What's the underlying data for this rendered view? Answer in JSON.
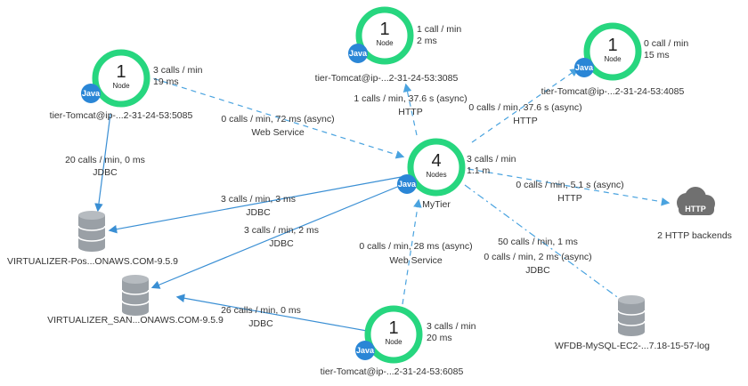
{
  "colors": {
    "ring": "#27d67f",
    "async_edge": "#4aa3df",
    "sync_edge": "#3a8fd4",
    "java_badge": "#2a86d6",
    "db": "#9aa0a6",
    "cloud": "#707070",
    "text": "#333333"
  },
  "nodes": [
    {
      "id": "n5085",
      "count": "1",
      "unit": "Node",
      "badge": "Java",
      "name": "tier-Tomcat@ip-...2-31-24-53:5085",
      "m1": "3 calls / min",
      "m2": "19 ms"
    },
    {
      "id": "n3085",
      "count": "1",
      "unit": "Node",
      "badge": "Java",
      "name": "tier-Tomcat@ip-...2-31-24-53:3085",
      "m1": "1 call / min",
      "m2": "2 ms"
    },
    {
      "id": "n4085",
      "count": "1",
      "unit": "Node",
      "badge": "Java",
      "name": "tier-Tomcat@ip-...2-31-24-53:4085",
      "m1": "0 call / min",
      "m2": "15 ms"
    },
    {
      "id": "mytier",
      "count": "4",
      "unit": "Nodes",
      "badge": "Java",
      "name": "MyTier",
      "m1": "3 calls / min",
      "m2": "1.1 m"
    },
    {
      "id": "n6085",
      "count": "1",
      "unit": "Node",
      "badge": "Java",
      "name": "tier-Tomcat@ip-...2-31-24-53:6085",
      "m1": "3 calls / min",
      "m2": "20 ms"
    }
  ],
  "databases": [
    {
      "id": "db1",
      "name": "VIRTUALIZER-Pos...ONAWS.COM-9.5.9"
    },
    {
      "id": "db2",
      "name": "VIRTUALIZER_SAN...ONAWS.COM-9.5.9"
    },
    {
      "id": "db3",
      "name": "WFDB-MySQL-EC2-...7.18-15-57-log"
    }
  ],
  "backend": {
    "name": "2 HTTP backends",
    "icon": "http-cloud-icon",
    "icon_label": "HTTP"
  },
  "edges": [
    {
      "l1": "20 calls / min, 0 ms",
      "l2": "JDBC",
      "async": false
    },
    {
      "l1": "0 calls / min, 72 ms (async)",
      "l2": "Web Service",
      "async": true
    },
    {
      "l1": "1 calls / min, 37.6 s (async)",
      "l2": "HTTP",
      "async": true
    },
    {
      "l1": "0 calls / min, 37.6 s (async)",
      "l2": "HTTP",
      "async": true
    },
    {
      "l1": "0 calls / min, 5.1 s (async)",
      "l2": "HTTP",
      "async": true
    },
    {
      "l1": "3 calls / min, 3 ms",
      "l2": "JDBC",
      "async": false
    },
    {
      "l1": "3 calls / min, 2 ms",
      "l2": "JDBC",
      "async": false
    },
    {
      "l1": "0 calls / min, 28 ms (async)",
      "l2": "Web Service",
      "async": true
    },
    {
      "l1": "50 calls / min, 1 ms",
      "l2": "",
      "async": true
    },
    {
      "l1": "0 calls / min, 2 ms (async)",
      "l2": "JDBC",
      "async": true
    },
    {
      "l1": "26 calls / min, 0 ms",
      "l2": "JDBC",
      "async": false
    }
  ]
}
